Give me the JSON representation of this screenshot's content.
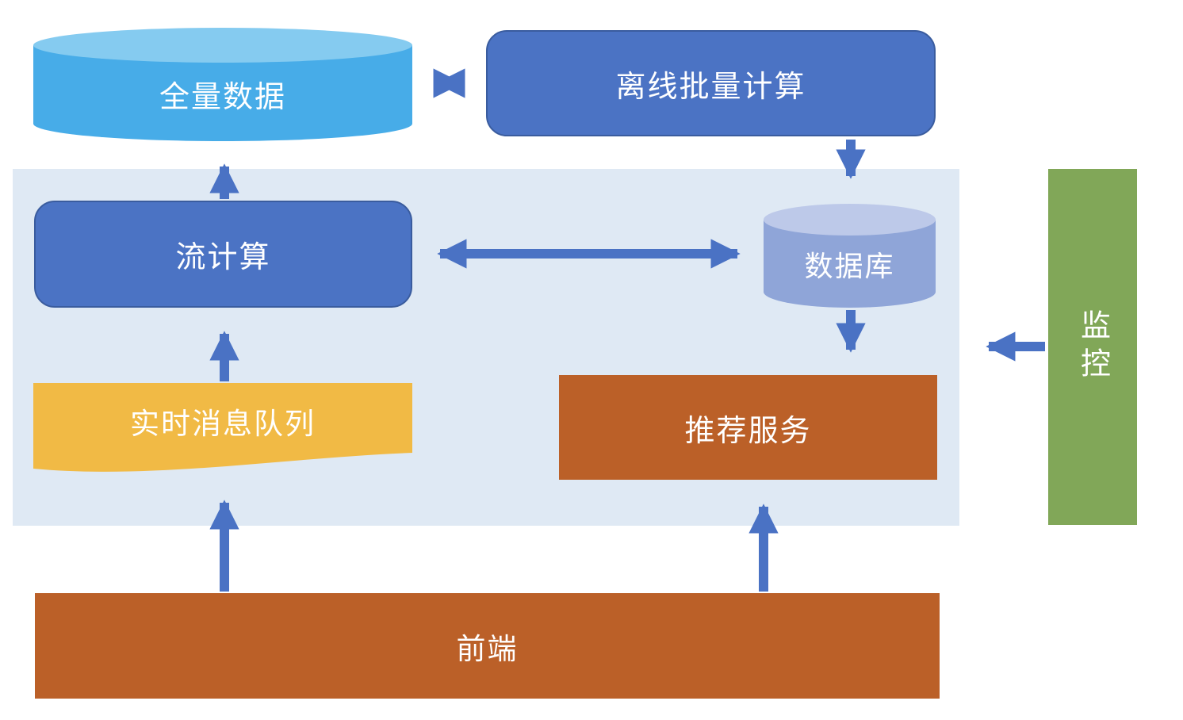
{
  "diagram": {
    "title": "recommendation-system-architecture",
    "nodes": {
      "full_data": {
        "label": "全量数据",
        "shape": "cylinder",
        "color": "#47ace8"
      },
      "offline_batch": {
        "label": "离线批量计算",
        "shape": "rounded-rect",
        "color": "#4b73c4"
      },
      "stream_compute": {
        "label": "流计算",
        "shape": "rounded-rect",
        "color": "#4b73c4"
      },
      "database": {
        "label": "数据库",
        "shape": "cylinder",
        "color": "#8fa5d8"
      },
      "realtime_queue": {
        "label": "实时消息队列",
        "shape": "wave",
        "color": "#f1ba45"
      },
      "recommend_service": {
        "label": "推荐服务",
        "shape": "rect",
        "color": "#bb6028"
      },
      "frontend": {
        "label": "前端",
        "shape": "rect",
        "color": "#bb6028"
      },
      "monitoring": {
        "label": "监控",
        "shape": "rect-vertical-text",
        "color": "#81a758"
      },
      "pipeline_container": {
        "label": "",
        "shape": "background-rect",
        "color": "#dfe9f4"
      }
    },
    "edges": [
      {
        "from": "full_data",
        "to": "offline_batch",
        "direction": "bidirectional"
      },
      {
        "from": "offline_batch",
        "to": "database",
        "direction": "down"
      },
      {
        "from": "stream_compute",
        "to": "full_data",
        "direction": "up"
      },
      {
        "from": "stream_compute",
        "to": "database",
        "direction": "bidirectional"
      },
      {
        "from": "database",
        "to": "recommend_service",
        "direction": "down"
      },
      {
        "from": "realtime_queue",
        "to": "stream_compute",
        "direction": "up"
      },
      {
        "from": "frontend",
        "to": "realtime_queue",
        "direction": "up"
      },
      {
        "from": "frontend",
        "to": "recommend_service",
        "direction": "up"
      },
      {
        "from": "monitoring",
        "to": "pipeline_container",
        "direction": "left"
      }
    ],
    "colors": {
      "arrow": "#4a72c4",
      "blue_box_fill": "#4b73c4",
      "blue_box_border": "#3a5c9e",
      "sky_cylinder_body": "#47ace8",
      "sky_cylinder_top": "#85cbf0",
      "periwinkle_cylinder_body": "#8fa5d8",
      "periwinkle_cylinder_top": "#bdc9e9",
      "wave_yellow": "#f1ba45",
      "orange": "#bb6028",
      "green": "#81a758",
      "container_bg": "#dfe9f4",
      "text": "#ffffff"
    }
  }
}
